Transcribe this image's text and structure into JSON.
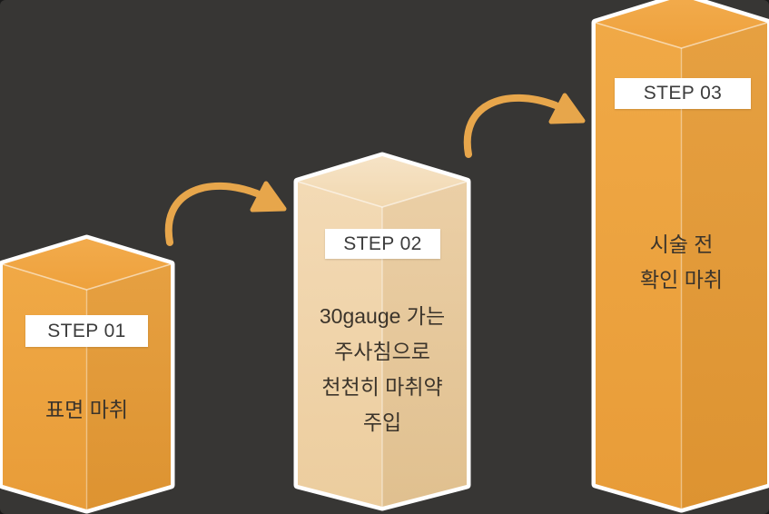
{
  "diagram": {
    "kind": "three-step process infographic",
    "background_color": "#373634"
  },
  "steps": [
    {
      "label": "STEP 01",
      "lines": [
        "표면 마취"
      ],
      "pillar_color_top": "#F1A848",
      "pillar_color_left": "#EFA644",
      "pillar_color_right": "#E29A39"
    },
    {
      "label": "STEP 02",
      "lines": [
        "30gauge 가는",
        "주사침으로",
        "천천히 마취약",
        "주입"
      ],
      "pillar_color_top": "#F6E3C6",
      "pillar_color_left": "#F1D6AE",
      "pillar_color_right": "#E7C89C"
    },
    {
      "label": "STEP 03",
      "lines": [
        "시술 전",
        "확인 마취"
      ],
      "pillar_color_top": "#F1A848",
      "pillar_color_left": "#EFA644",
      "pillar_color_right": "#E29A39"
    }
  ],
  "icons": {
    "arrow_1": "curved-arrow-icon",
    "arrow_2": "curved-arrow-icon"
  },
  "colors": {
    "background": "#373634",
    "arrow": "#E7A64B",
    "pillar_outline": "#FFFFFF",
    "badge_background": "#FFFFFF",
    "badge_text": "#3C3C3C",
    "body_text": "#3B342B"
  }
}
